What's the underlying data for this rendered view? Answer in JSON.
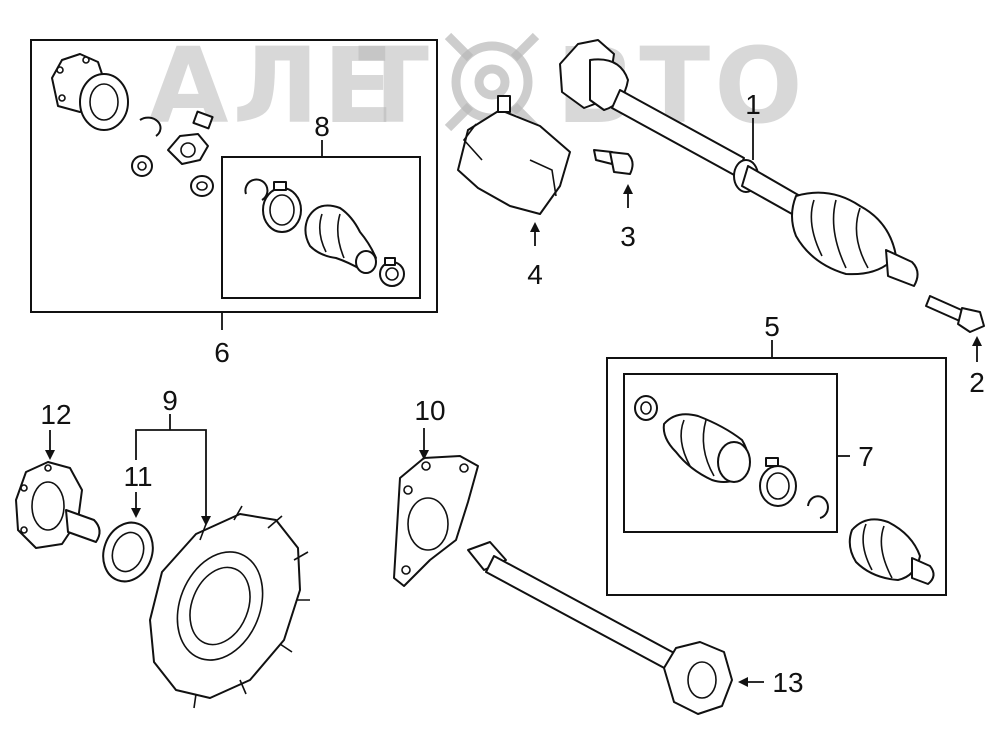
{
  "watermark": {
    "text_left": "АЛЕ",
    "text_t": "Т",
    "text_right": "ВТО",
    "color": "#b8b8b8"
  },
  "callouts": [
    {
      "id": "1",
      "label": "1"
    },
    {
      "id": "2",
      "label": "2"
    },
    {
      "id": "3",
      "label": "3"
    },
    {
      "id": "4",
      "label": "4"
    },
    {
      "id": "5",
      "label": "5"
    },
    {
      "id": "6",
      "label": "6"
    },
    {
      "id": "7",
      "label": "7"
    },
    {
      "id": "8",
      "label": "8"
    },
    {
      "id": "9",
      "label": "9"
    },
    {
      "id": "10",
      "label": "10"
    },
    {
      "id": "11",
      "label": "11"
    },
    {
      "id": "12",
      "label": "12"
    },
    {
      "id": "13",
      "label": "13"
    }
  ],
  "colors": {
    "line": "#111111",
    "background": "#ffffff"
  }
}
